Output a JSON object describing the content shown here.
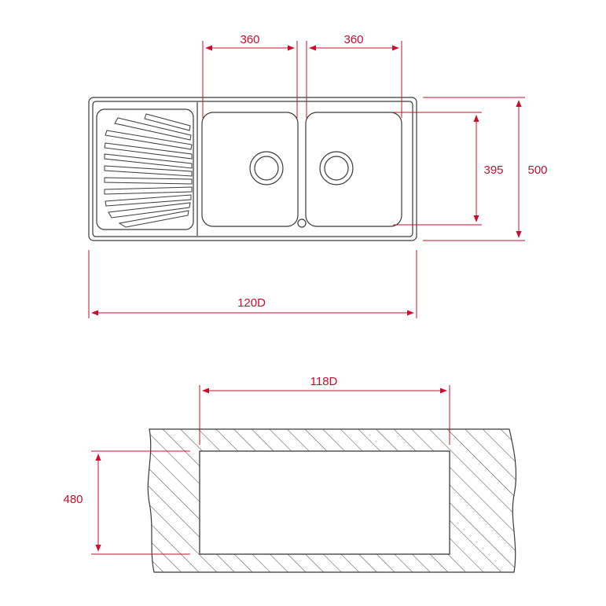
{
  "colors": {
    "dimension": "#c8102e",
    "outline": "#3a3a3a",
    "hatch": "#555555",
    "background": "#ffffff"
  },
  "top_view": {
    "bowl_width_left": "360",
    "bowl_width_right": "360",
    "bowl_depth": "395",
    "overall_depth": "500",
    "overall_length": "120D"
  },
  "cutout_view": {
    "cutout_length": "118D",
    "cutout_depth": "480"
  }
}
